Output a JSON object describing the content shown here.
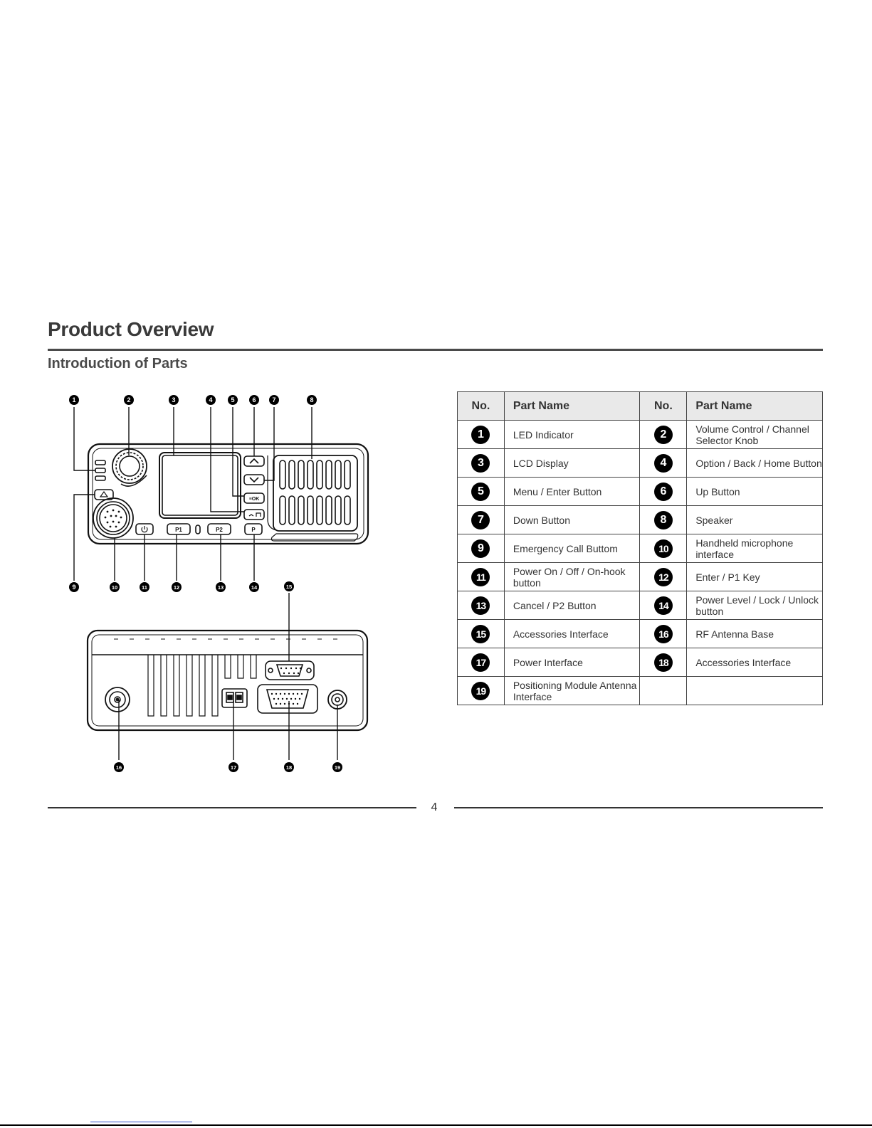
{
  "page": {
    "title": "Product Overview",
    "subtitle": "Introduction of Parts",
    "page_number": "4"
  },
  "front_panel": {
    "buttons": {
      "p1": "P1",
      "p2": "P2",
      "p": "P",
      "ok": "≡OK"
    },
    "callouts_top": [
      "1",
      "2",
      "3",
      "4",
      "5",
      "6",
      "7",
      "8"
    ],
    "callouts_bottom": [
      "9",
      "10",
      "11",
      "12",
      "13",
      "14"
    ]
  },
  "rear_panel": {
    "callouts_top": [
      "15"
    ],
    "callouts_bottom": [
      "16",
      "17",
      "18",
      "19"
    ]
  },
  "table": {
    "headers": [
      "No.",
      "Part Name",
      "No.",
      "Part Name"
    ],
    "rows": [
      {
        "no1": "1",
        "name1": "LED Indicator",
        "no2": "2",
        "name2": "Volume Control / Channel Selector Knob"
      },
      {
        "no1": "3",
        "name1": "LCD Display",
        "no2": "4",
        "name2": "Option / Back / Home Button"
      },
      {
        "no1": "5",
        "name1": "Menu / Enter Button",
        "no2": "6",
        "name2": "Up Button"
      },
      {
        "no1": "7",
        "name1": "Down Button",
        "no2": "8",
        "name2": "Speaker"
      },
      {
        "no1": "9",
        "name1": "Emergency Call Buttom",
        "no2": "10",
        "name2": "Handheld microphone interface"
      },
      {
        "no1": "11",
        "name1": "Power On / Off / On-hook button",
        "no2": "12",
        "name2": "Enter / P1 Key"
      },
      {
        "no1": "13",
        "name1": "Cancel / P2 Button",
        "no2": "14",
        "name2": "Power Level / Lock / Unlock button"
      },
      {
        "no1": "15",
        "name1": "Accessories Interface",
        "no2": "16",
        "name2": "RF Antenna Base"
      },
      {
        "no1": "17",
        "name1": "Power Interface",
        "no2": "18",
        "name2": "Accessories Interface"
      },
      {
        "no1": "19",
        "name1": "Positioning Module Antenna Interface",
        "no2": "",
        "name2": ""
      }
    ]
  }
}
